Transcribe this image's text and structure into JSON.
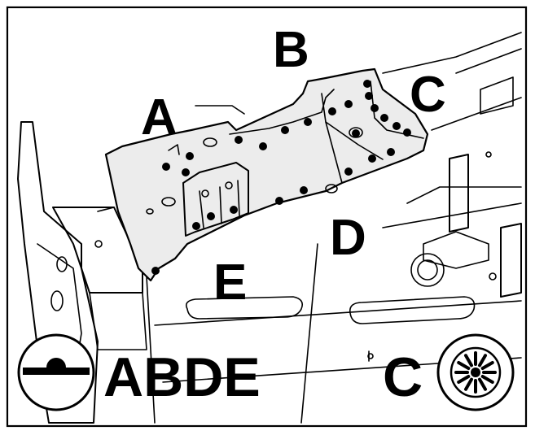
{
  "labels": {
    "a": "A",
    "b": "B",
    "c": "C",
    "d": "D",
    "e": "E"
  },
  "legend": {
    "left_text": "ABDE",
    "right_text": "C",
    "left_icon": "single-side-weld-icon",
    "right_icon": "spot-weld-burst-icon"
  },
  "colors": {
    "line": "#000000",
    "panel_fill": "#ececec",
    "background": "#ffffff"
  }
}
